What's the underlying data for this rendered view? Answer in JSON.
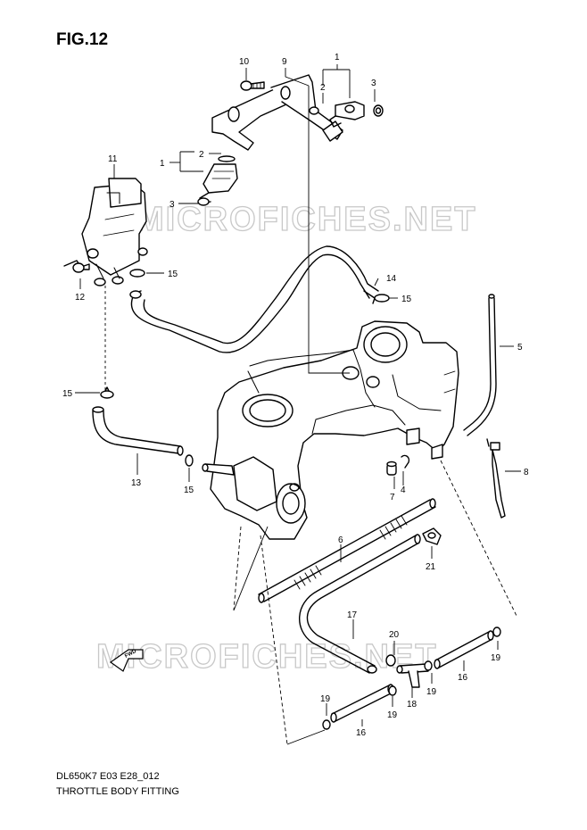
{
  "figure": {
    "title": "FIG.12"
  },
  "footer": {
    "code": "DL650K7 E03 E28_012",
    "name": "THROTTLE BODY FITTING"
  },
  "watermark": {
    "text": "MICROFICHES.NET"
  },
  "direction_marker": {
    "text": "FWD"
  },
  "callouts": [
    "1",
    "2",
    "3",
    "10",
    "9",
    "2",
    "1",
    "3",
    "11",
    "12",
    "15",
    "14",
    "15",
    "5",
    "15",
    "13",
    "15",
    "7",
    "4",
    "8",
    "6",
    "21",
    "17",
    "20",
    "19",
    "16",
    "18",
    "19",
    "19",
    "16"
  ],
  "colors": {
    "line": "#000000",
    "watermark": "#c8c8c8",
    "background": "#ffffff"
  }
}
